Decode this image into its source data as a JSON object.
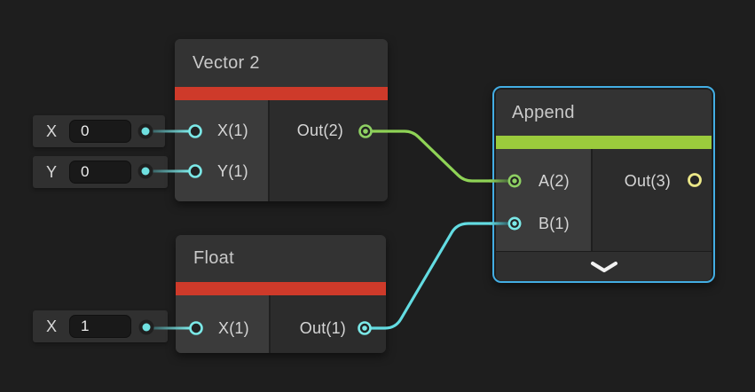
{
  "canvas": {
    "background": "#1e1e1e"
  },
  "colors": {
    "node_body": "#2c2c2c",
    "node_header": "#333333",
    "port_section": "#3b3b3b",
    "red_type_bar": "#ce3a2a",
    "green_type_bar": "#9bcb3c",
    "selection_outline": "#43aee4",
    "cyan_port": "#7be8e7",
    "cyan_wire": "#63dce2",
    "green_port": "#8ed063",
    "green_wire": "#8fd356",
    "yellow_port": "#ece888",
    "chevron": "#f2f2f2"
  },
  "widgets": [
    {
      "label": "X",
      "value": "0",
      "dot_icon": "port-dot-icon"
    },
    {
      "label": "Y",
      "value": "0",
      "dot_icon": "port-dot-icon"
    },
    {
      "label": "X",
      "value": "1",
      "dot_icon": "port-dot-icon"
    }
  ],
  "nodes": [
    {
      "title": "Vector 2",
      "type_bar_color": "#ce3a2a",
      "selected": false,
      "inputs": [
        "X(1)",
        "Y(1)"
      ],
      "outputs": [
        "Out(2)"
      ]
    },
    {
      "title": "Float",
      "type_bar_color": "#ce3a2a",
      "selected": false,
      "inputs": [
        "X(1)"
      ],
      "outputs": [
        "Out(1)"
      ]
    },
    {
      "title": "Append",
      "type_bar_color": "#9bcb3c",
      "selected": true,
      "inputs": [
        "A(2)",
        "B(1)"
      ],
      "outputs": [
        "Out(3)"
      ],
      "collapse_icon": "chevron-down-icon"
    }
  ],
  "edges": [
    {
      "from": "Vector 2 / Out(2)",
      "to": "Append / A(2)",
      "color": "#8fd356"
    },
    {
      "from": "Float / Out(1)",
      "to": "Append / B(1)",
      "color": "#63dce2"
    },
    {
      "from": "widget X 0",
      "to": "Vector 2 / X(1)",
      "color": "#7be8e7"
    },
    {
      "from": "widget Y 0",
      "to": "Vector 2 / Y(1)",
      "color": "#7be8e7"
    },
    {
      "from": "widget X 1",
      "to": "Float / X(1)",
      "color": "#7be8e7"
    }
  ]
}
